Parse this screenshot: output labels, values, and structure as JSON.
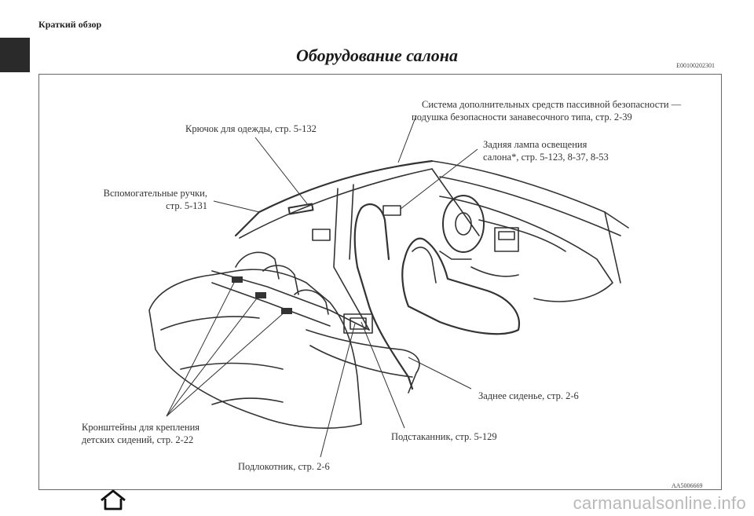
{
  "header": {
    "section": "Краткий обзор",
    "title": "Оборудование салона",
    "doc_code": "E00100202301"
  },
  "labels": {
    "curtain_airbag_line1": "Система дополнительных средств пассивной безопасности —",
    "curtain_airbag_line2": "подушка безопасности занавесочного типа, стр. 2-39",
    "coat_hook": "Крючок для одежды, стр. 5-132",
    "rear_lamp_line1": "Задняя лампа освещения",
    "rear_lamp_line2": "салона*, стр. 5-123, 8-37, 8-53",
    "grab_handles_line1": "Вспомогательные ручки,",
    "grab_handles_line2": "стр. 5-131",
    "rear_seat": "Заднее сиденье, стр. 2-6",
    "child_seat_line1": "Кронштейны для крепления",
    "child_seat_line2": "детских сидений, стр. 2-22",
    "cup_holder": "Подстаканник, стр. 5-129",
    "armrest": "Подлокотник, стр. 2-6"
  },
  "figure_code": "AA5006669",
  "watermark": "carmanualsonline.info",
  "icons": {
    "home": "home-icon"
  }
}
